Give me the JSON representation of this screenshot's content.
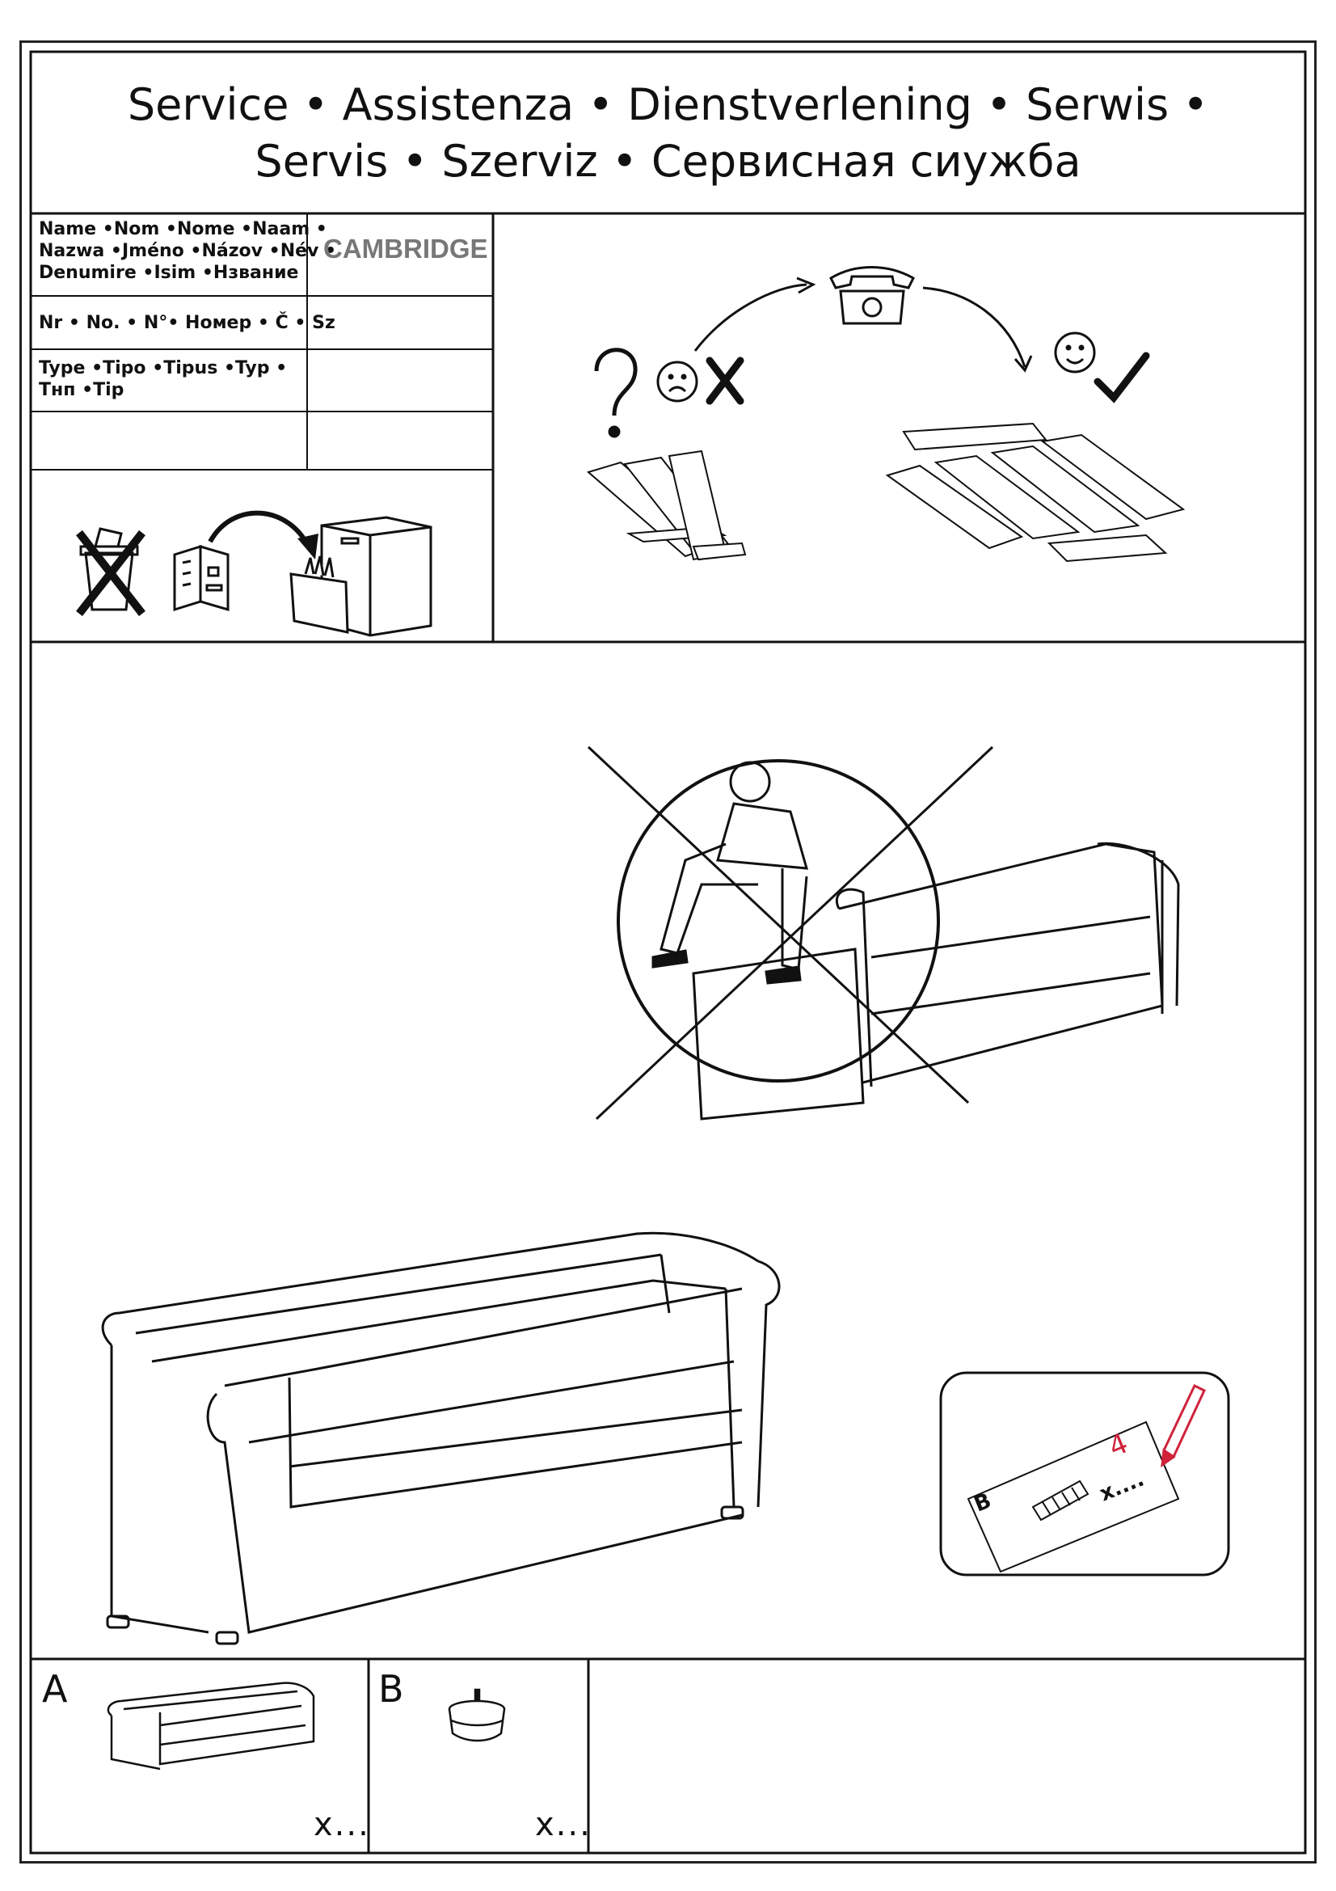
{
  "header": {
    "line1": "Service • Assistenza • Dienstverlening • Serwis •",
    "line2": "Servis • Szerviz • Сервисная сиужба"
  },
  "info_table": {
    "name_label": [
      "Name •Nom •Nome •Naam •",
      "Nazwa •Jméno •Názov •Név •",
      "Denumire •Isim •Нзвание"
    ],
    "name_value": "CAMBRIDGE",
    "number_label": "Nr • No. • N°• Номер • Č • Sz",
    "type_label": [
      "Type •Tipo •Tipus •Typ •",
      "Тнп •Tip"
    ]
  },
  "parts": [
    {
      "letter": "A",
      "quantity": "x..."
    },
    {
      "letter": "B",
      "quantity": "x..."
    }
  ],
  "callout": {
    "part_letter": "B",
    "count": "4",
    "quantity": "x....",
    "accent_color": "#d0223b"
  },
  "icons": [
    "question-mark-icon",
    "sad-face-icon",
    "cross-icon",
    "telephone-icon",
    "happy-face-icon",
    "check-icon",
    "trash-bin-icon",
    "manual-icon",
    "file-cabinet-icon",
    "pencil-icon",
    "dowel-icon"
  ]
}
